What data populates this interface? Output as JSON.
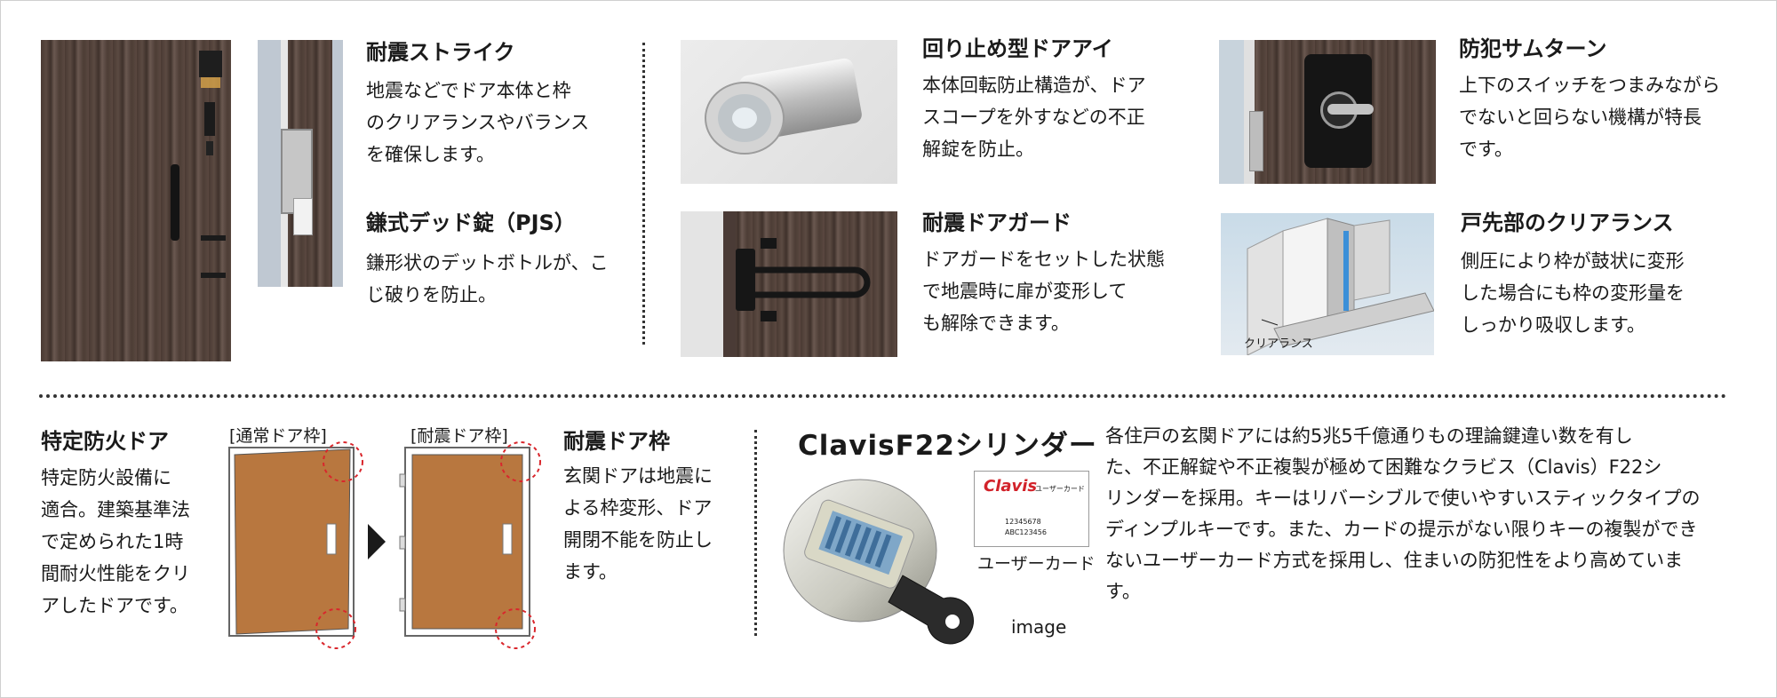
{
  "features": {
    "strike": {
      "title": "耐震ストライク",
      "lines": [
        "地震などでドア本体と枠",
        "のクリアランスやバランス",
        "を確保します。"
      ]
    },
    "deadbolt": {
      "title": "鎌式デッド錠（PJS）",
      "lines": [
        "鎌形状のデットボトルが、こ",
        "じ破りを防止。"
      ]
    },
    "door_eye": {
      "title": "回り止め型ドアアイ",
      "lines": [
        "本体回転防止構造が、ドア",
        "スコープを外すなどの不正",
        "解錠を防止。"
      ]
    },
    "door_guard": {
      "title": "耐震ドアガード",
      "lines": [
        "ドアガードをセットした状態",
        "で地震時に扉が変形して",
        "も解除できます。"
      ]
    },
    "thumb_turn": {
      "title": "防犯サムターン",
      "lines": [
        "上下のスイッチをつまみながら",
        "でないと回らない機構が特長",
        "です。"
      ]
    },
    "clearance": {
      "title": "戸先部のクリアランス",
      "lines": [
        "側圧により枠が鼓状に変形",
        "した場合にも枠の変形量を",
        "しっかり吸収します。"
      ],
      "figure_label": "クリアランス"
    },
    "fire_door": {
      "title": "特定防火ドア",
      "lines": [
        "特定防火設備に",
        "適合。建築基準法",
        "で定められた1時",
        "間耐火性能をクリ",
        "アしたドアです。"
      ]
    },
    "frame_diagram": {
      "label_normal": "[通常ドア枠]",
      "label_seismic": "[耐震ドア枠]"
    },
    "seismic_frame": {
      "title": "耐震ドア枠",
      "lines": [
        "玄関ドアは地震に",
        "よる枠変形、ドア",
        "開閉不能を防止し",
        "ます。"
      ]
    },
    "cylinder": {
      "title": "ClavisF22シリンダー",
      "card_caption": "ユーザーカード",
      "image_note": "image",
      "card": {
        "brand": "Clavis",
        "sub": "ユーザーカード",
        "no1": "12345678",
        "no2": "ABC123456"
      },
      "lines": [
        "各住戸の玄関ドアには約5兆5千億通りもの理論鍵違い数を有し",
        "た、不正解錠や不正複製が極めて困難なクラビス（Clavis）F22シ",
        "リンダーを採用。キーはリバーシブルで使いやすいスティックタイプの",
        "ディンプルキーです。また、カードの提示がない限りキーの複製ができ",
        "ないユーザーカード方式を採用し、住まいの防犯性をより高めていま",
        "す。"
      ]
    }
  },
  "colors": {
    "door_panel": "#b8773f",
    "card_red": "#d2222a",
    "dashed_circle": "#d9262c"
  }
}
